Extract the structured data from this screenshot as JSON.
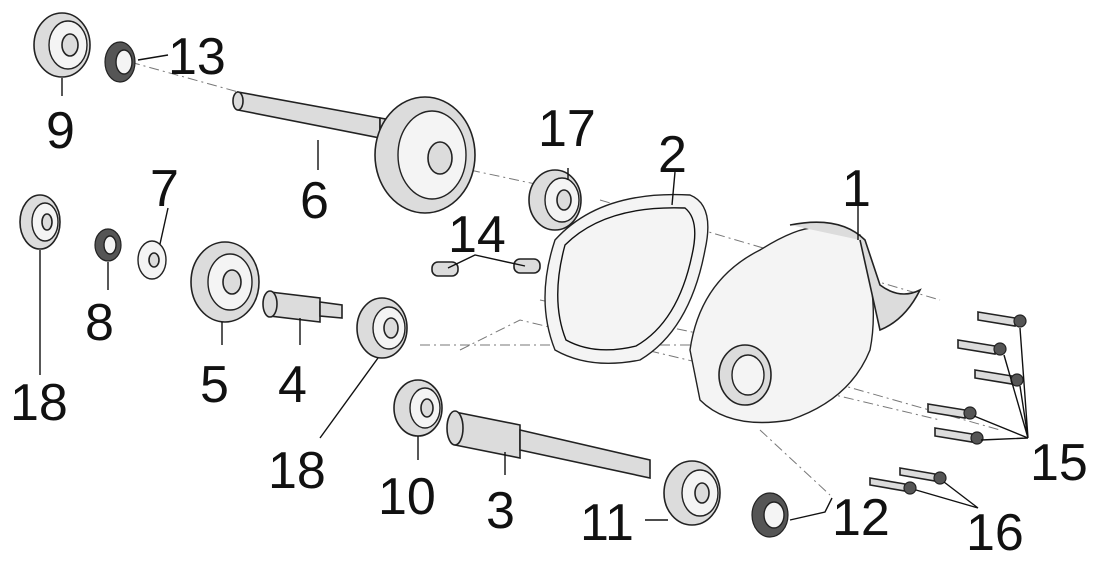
{
  "callouts": {
    "n1": "1",
    "n2": "2",
    "n3": "3",
    "n4": "4",
    "n5": "5",
    "n6": "6",
    "n7": "7",
    "n8": "8",
    "n9": "9",
    "n10": "10",
    "n11": "11",
    "n12": "12",
    "n13": "13",
    "n14": "14",
    "n15": "15",
    "n16": "16",
    "n17": "17",
    "n18a": "18",
    "n18b": "18"
  }
}
